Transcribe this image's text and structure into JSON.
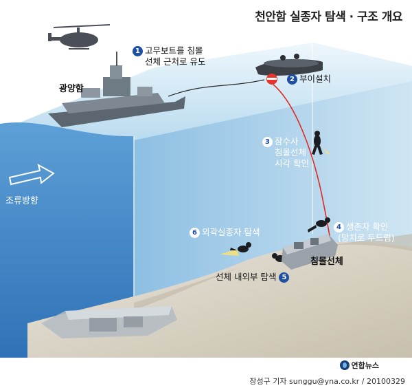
{
  "title": "천안함 실종자 탐색 · 구조 개요",
  "ship_label": "광양함",
  "current_label": "조류방향",
  "sunken_label": "침몰선체",
  "steps": [
    {
      "num": "1",
      "lines": [
        "고무보트를 침몰",
        "선체 근처로 유도"
      ]
    },
    {
      "num": "2",
      "lines": [
        "부이설치"
      ]
    },
    {
      "num": "3",
      "lines": [
        "잠수사",
        "침몰선체",
        "시각 확인"
      ]
    },
    {
      "num": "4",
      "lines": [
        "생존자 확인",
        "(망치로 두드림)"
      ]
    },
    {
      "num": "5",
      "lines": [
        "선체 내외부 탐색"
      ]
    },
    {
      "num": "6",
      "lines": [
        "외곽실종자 탐색"
      ]
    }
  ],
  "logo_text": "연합뉴스",
  "credit": "장성구 기자 sunggu@yna.co.kr / 20100329",
  "colors": {
    "sea": "#3d84c6",
    "surface": "#cfe6f3",
    "seabed": "#d9d3c4",
    "rope": "#e0281f",
    "badge": "#1e4fa3"
  }
}
